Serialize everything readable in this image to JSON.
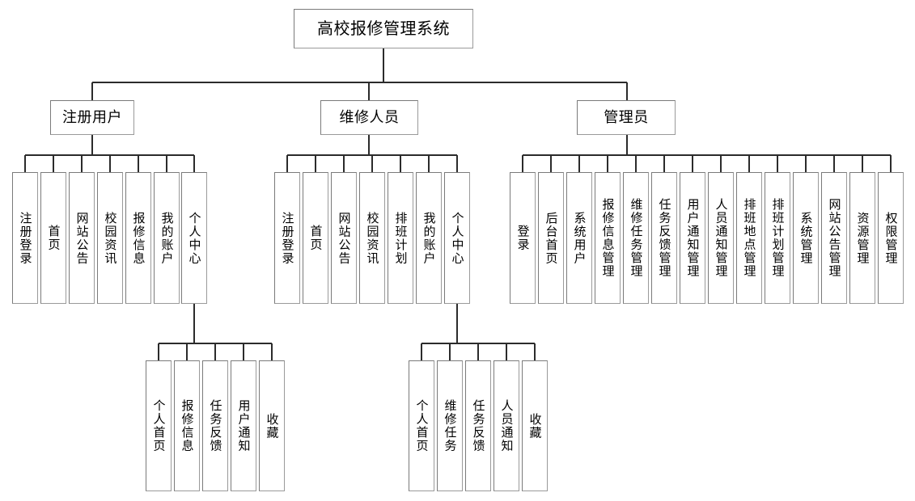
{
  "diagram": {
    "title": "高校报修管理系统",
    "type": "system-function-structure-tree",
    "root": {
      "label": "高校报修管理系统"
    },
    "level2": [
      {
        "label": "注册用户"
      },
      {
        "label": "维修人员"
      },
      {
        "label": "管理员"
      }
    ],
    "groups": {
      "registered_user": {
        "parent": "注册用户",
        "leaves": [
          {
            "label": "注册登录"
          },
          {
            "label": "首页"
          },
          {
            "label": "网站公告"
          },
          {
            "label": "校园资讯"
          },
          {
            "label": "报修信息"
          },
          {
            "label": "我的账户"
          },
          {
            "label": "个人中心"
          }
        ],
        "sub_parent": "个人中心",
        "sub_leaves": [
          {
            "label": "个人首页"
          },
          {
            "label": "报修信息"
          },
          {
            "label": "任务反馈"
          },
          {
            "label": "用户通知"
          },
          {
            "label": "收藏"
          }
        ]
      },
      "maintenance_staff": {
        "parent": "维修人员",
        "leaves": [
          {
            "label": "注册登录"
          },
          {
            "label": "首页"
          },
          {
            "label": "网站公告"
          },
          {
            "label": "校园资讯"
          },
          {
            "label": "排班计划"
          },
          {
            "label": "我的账户"
          },
          {
            "label": "个人中心"
          }
        ],
        "sub_parent": "个人中心",
        "sub_leaves": [
          {
            "label": "个人首页"
          },
          {
            "label": "维修任务"
          },
          {
            "label": "任务反馈"
          },
          {
            "label": "人员通知"
          },
          {
            "label": "收藏"
          }
        ]
      },
      "administrator": {
        "parent": "管理员",
        "leaves": [
          {
            "label": "登录"
          },
          {
            "label": "后台首页"
          },
          {
            "label": "系统用户"
          },
          {
            "label": "报修信息管理"
          },
          {
            "label": "维修任务管理"
          },
          {
            "label": "任务反馈管理"
          },
          {
            "label": "用户通知管理"
          },
          {
            "label": "人员通知管理"
          },
          {
            "label": "排班地点管理"
          },
          {
            "label": "排班计划管理"
          },
          {
            "label": "系统管理"
          },
          {
            "label": "网站公告管理"
          },
          {
            "label": "资源管理"
          },
          {
            "label": "权限管理"
          }
        ]
      }
    },
    "colors": {
      "border": "#7a7a7a",
      "wire": "#2b2b2b",
      "background": "#ffffff",
      "text": "#000000"
    }
  }
}
